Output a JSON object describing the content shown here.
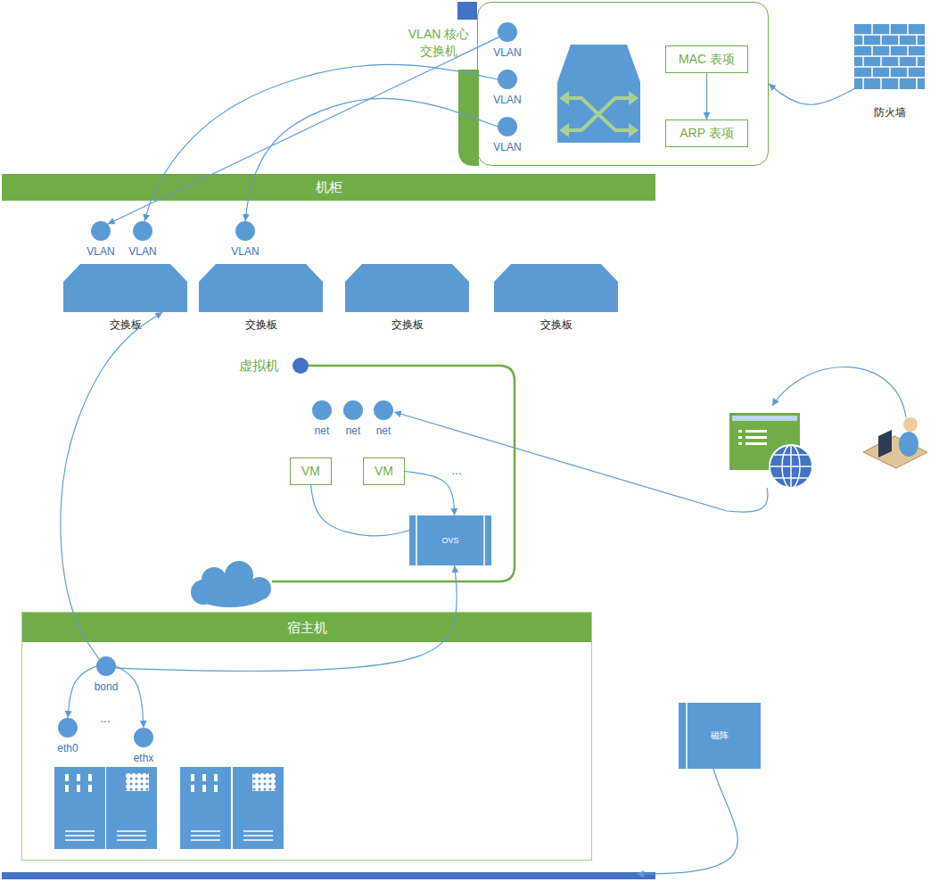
{
  "diagram": {
    "nodes": [
      {
        "text": [
          "VLAN 核心 交换机"
        ]
      },
      {
        "text": [
          "VLAN"
        ],
        "in": 0
      },
      {
        "text": [
          "VLAN"
        ],
        "in": 0
      },
      {
        "text": [
          "VLAN"
        ],
        "in": 0
      },
      {
        "text": [
          "MAC 表项"
        ],
        "in": 0
      },
      {
        "text": [
          "ARP 表项"
        ],
        "in": 0
      },
      {
        "text": [
          "防火墙"
        ]
      },
      {
        "text": [
          "机柜"
        ]
      },
      {
        "text": [
          "VLAN"
        ]
      },
      {
        "text": [
          "VLAN"
        ]
      },
      {
        "text": [
          "VLAN"
        ]
      },
      {
        "text": [
          "交换板"
        ]
      },
      {
        "text": [
          "交换板"
        ]
      },
      {
        "text": [
          "交换板"
        ]
      },
      {
        "text": [
          "交换板"
        ]
      },
      {
        "text": [
          "虚拟机"
        ]
      },
      {
        "text": [
          "net"
        ],
        "in": 15
      },
      {
        "text": [
          "net"
        ],
        "in": 15
      },
      {
        "text": [
          "net"
        ],
        "in": 15
      },
      {
        "text": [
          "VM"
        ],
        "in": 15
      },
      {
        "text": [
          "VM"
        ],
        "in": 15
      },
      {
        "text": [
          "OVS"
        ],
        "in": 15
      },
      {
        "text": [
          "宿主机"
        ]
      },
      {
        "text": [
          "bond"
        ],
        "in": 22
      },
      {
        "text": [
          "eth0"
        ],
        "in": 22
      },
      {
        "text": [
          "ethx"
        ],
        "in": 22
      },
      {
        "text": [
          "磁阵"
        ]
      }
    ],
    "edges": [
      {
        "from": 6,
        "to": 0,
        "arrow": "to"
      },
      {
        "from": 4,
        "to": 5,
        "arrow": "to"
      },
      {
        "from": 1,
        "to": 8,
        "arrow": "to"
      },
      {
        "from": 2,
        "to": 9,
        "arrow": "to"
      },
      {
        "from": 3,
        "to": 10,
        "arrow": "to"
      },
      {
        "from": 23,
        "to": 11,
        "arrow": "to"
      },
      {
        "from": 23,
        "to": 24,
        "arrow": "to"
      },
      {
        "from": 23,
        "to": 25,
        "arrow": "to"
      },
      {
        "from": 23,
        "to": 21,
        "arrow": "to"
      },
      {
        "from": 19,
        "to": 21,
        "arrow": "none"
      },
      {
        "from": 20,
        "to": 21,
        "arrow": "to"
      }
    ],
    "labels": [
      "...",
      "..."
    ]
  }
}
